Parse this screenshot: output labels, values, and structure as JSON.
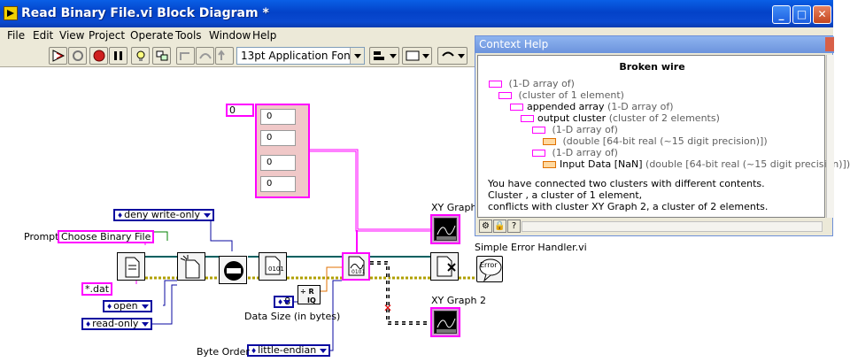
{
  "window": {
    "title": "Read Binary File.vi Block Diagram *",
    "controls": {
      "minimize": "_",
      "maximize": "□",
      "close": "✕"
    }
  },
  "menu": [
    "File",
    "Edit",
    "View",
    "Project",
    "Operate",
    "Tools",
    "Window",
    "Help"
  ],
  "toolbar": {
    "font": "13pt Application Font",
    "buttons": [
      "run-arrow-icon",
      "run-continuous-icon",
      "abort-icon",
      "pause-icon",
      "highlight-execution-icon",
      "retain-wire-values-icon",
      "step-into-icon",
      "step-over-icon",
      "step-out-icon",
      "align-objects-icon",
      "distribute-objects-icon",
      "reorder-icon"
    ]
  },
  "diagram": {
    "constants": {
      "top_zero": "0",
      "cluster_values": [
        "0",
        "0",
        "0",
        "0"
      ],
      "prompt_label": "Prompt",
      "prompt_value": "Choose Binary File",
      "pattern_value": "*.dat",
      "deny": "deny write-only",
      "open": "open",
      "read_only": "read-only",
      "data_size_value": "8",
      "data_size_label": "Data Size (in bytes)",
      "byte_order_label": "Byte Order",
      "byte_order_value": "little-endian"
    },
    "labels": {
      "xy_graph": "XY Graph",
      "xy_graph2": "XY Graph 2",
      "error_handler": "Simple Error Handler.vi",
      "error_icon_text": "Error"
    }
  },
  "context_help": {
    "title": "Context Help",
    "heading": "Broken wire",
    "tree": [
      {
        "name": "",
        "type": "(1-D array of)",
        "indent": 0,
        "icon": "array"
      },
      {
        "name": "",
        "type": "(cluster of 1 element)",
        "indent": 1,
        "icon": "cluster"
      },
      {
        "name": "appended array",
        "type": "(1-D array of)",
        "indent": 2,
        "icon": "array"
      },
      {
        "name": "output cluster",
        "type": "(cluster of 2 elements)",
        "indent": 3,
        "icon": "cluster"
      },
      {
        "name": "",
        "type": "(1-D array of)",
        "indent": 4,
        "icon": "array"
      },
      {
        "name": "",
        "type": "(double [64-bit real (~15 digit precision)])",
        "indent": 5,
        "icon": "dbl"
      },
      {
        "name": "",
        "type": "(1-D array of)",
        "indent": 4,
        "icon": "array"
      },
      {
        "name": "Input Data [NaN]",
        "type": "(double [64-bit real (~15 digit precision)])",
        "indent": 5,
        "icon": "dbl"
      }
    ],
    "message": [
      "You have connected two clusters with different contents.",
      "Cluster , a cluster of 1 element,",
      "conflicts with cluster XY Graph 2, a cluster of 2 elements."
    ],
    "bottom_buttons": [
      "⚙",
      "🔒",
      "?"
    ]
  }
}
